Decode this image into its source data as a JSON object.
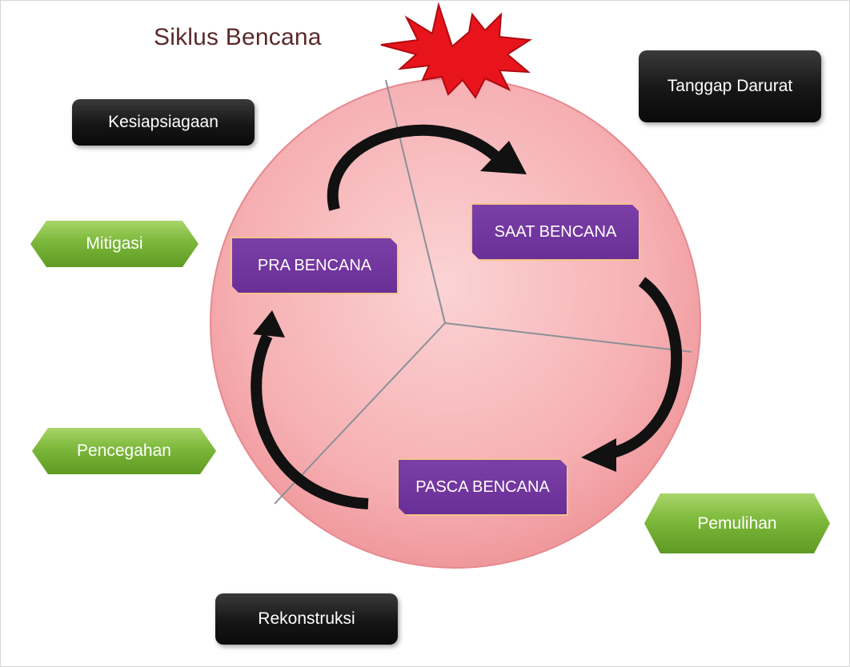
{
  "title": "Siklus Bencana",
  "phases": {
    "pra": "PRA BENCANA",
    "saat": "SAAT BENCANA",
    "pasca": "PASCA BENCANA"
  },
  "activities": {
    "kesiapsiagaan": "Kesiapsiagaan",
    "tanggap_darurat": "Tanggap Darurat",
    "mitigasi": "Mitigasi",
    "pencegahan": "Pencegahan",
    "pemulihan": "Pemulihan",
    "rekonstruksi": "Rekonstruksi"
  },
  "colors": {
    "circle": "#f4a9ad",
    "phase_box": "#6a2f96",
    "dark_box": "#1a1a1a",
    "green_box": "#7cb83a",
    "burst": "#e8141c"
  }
}
